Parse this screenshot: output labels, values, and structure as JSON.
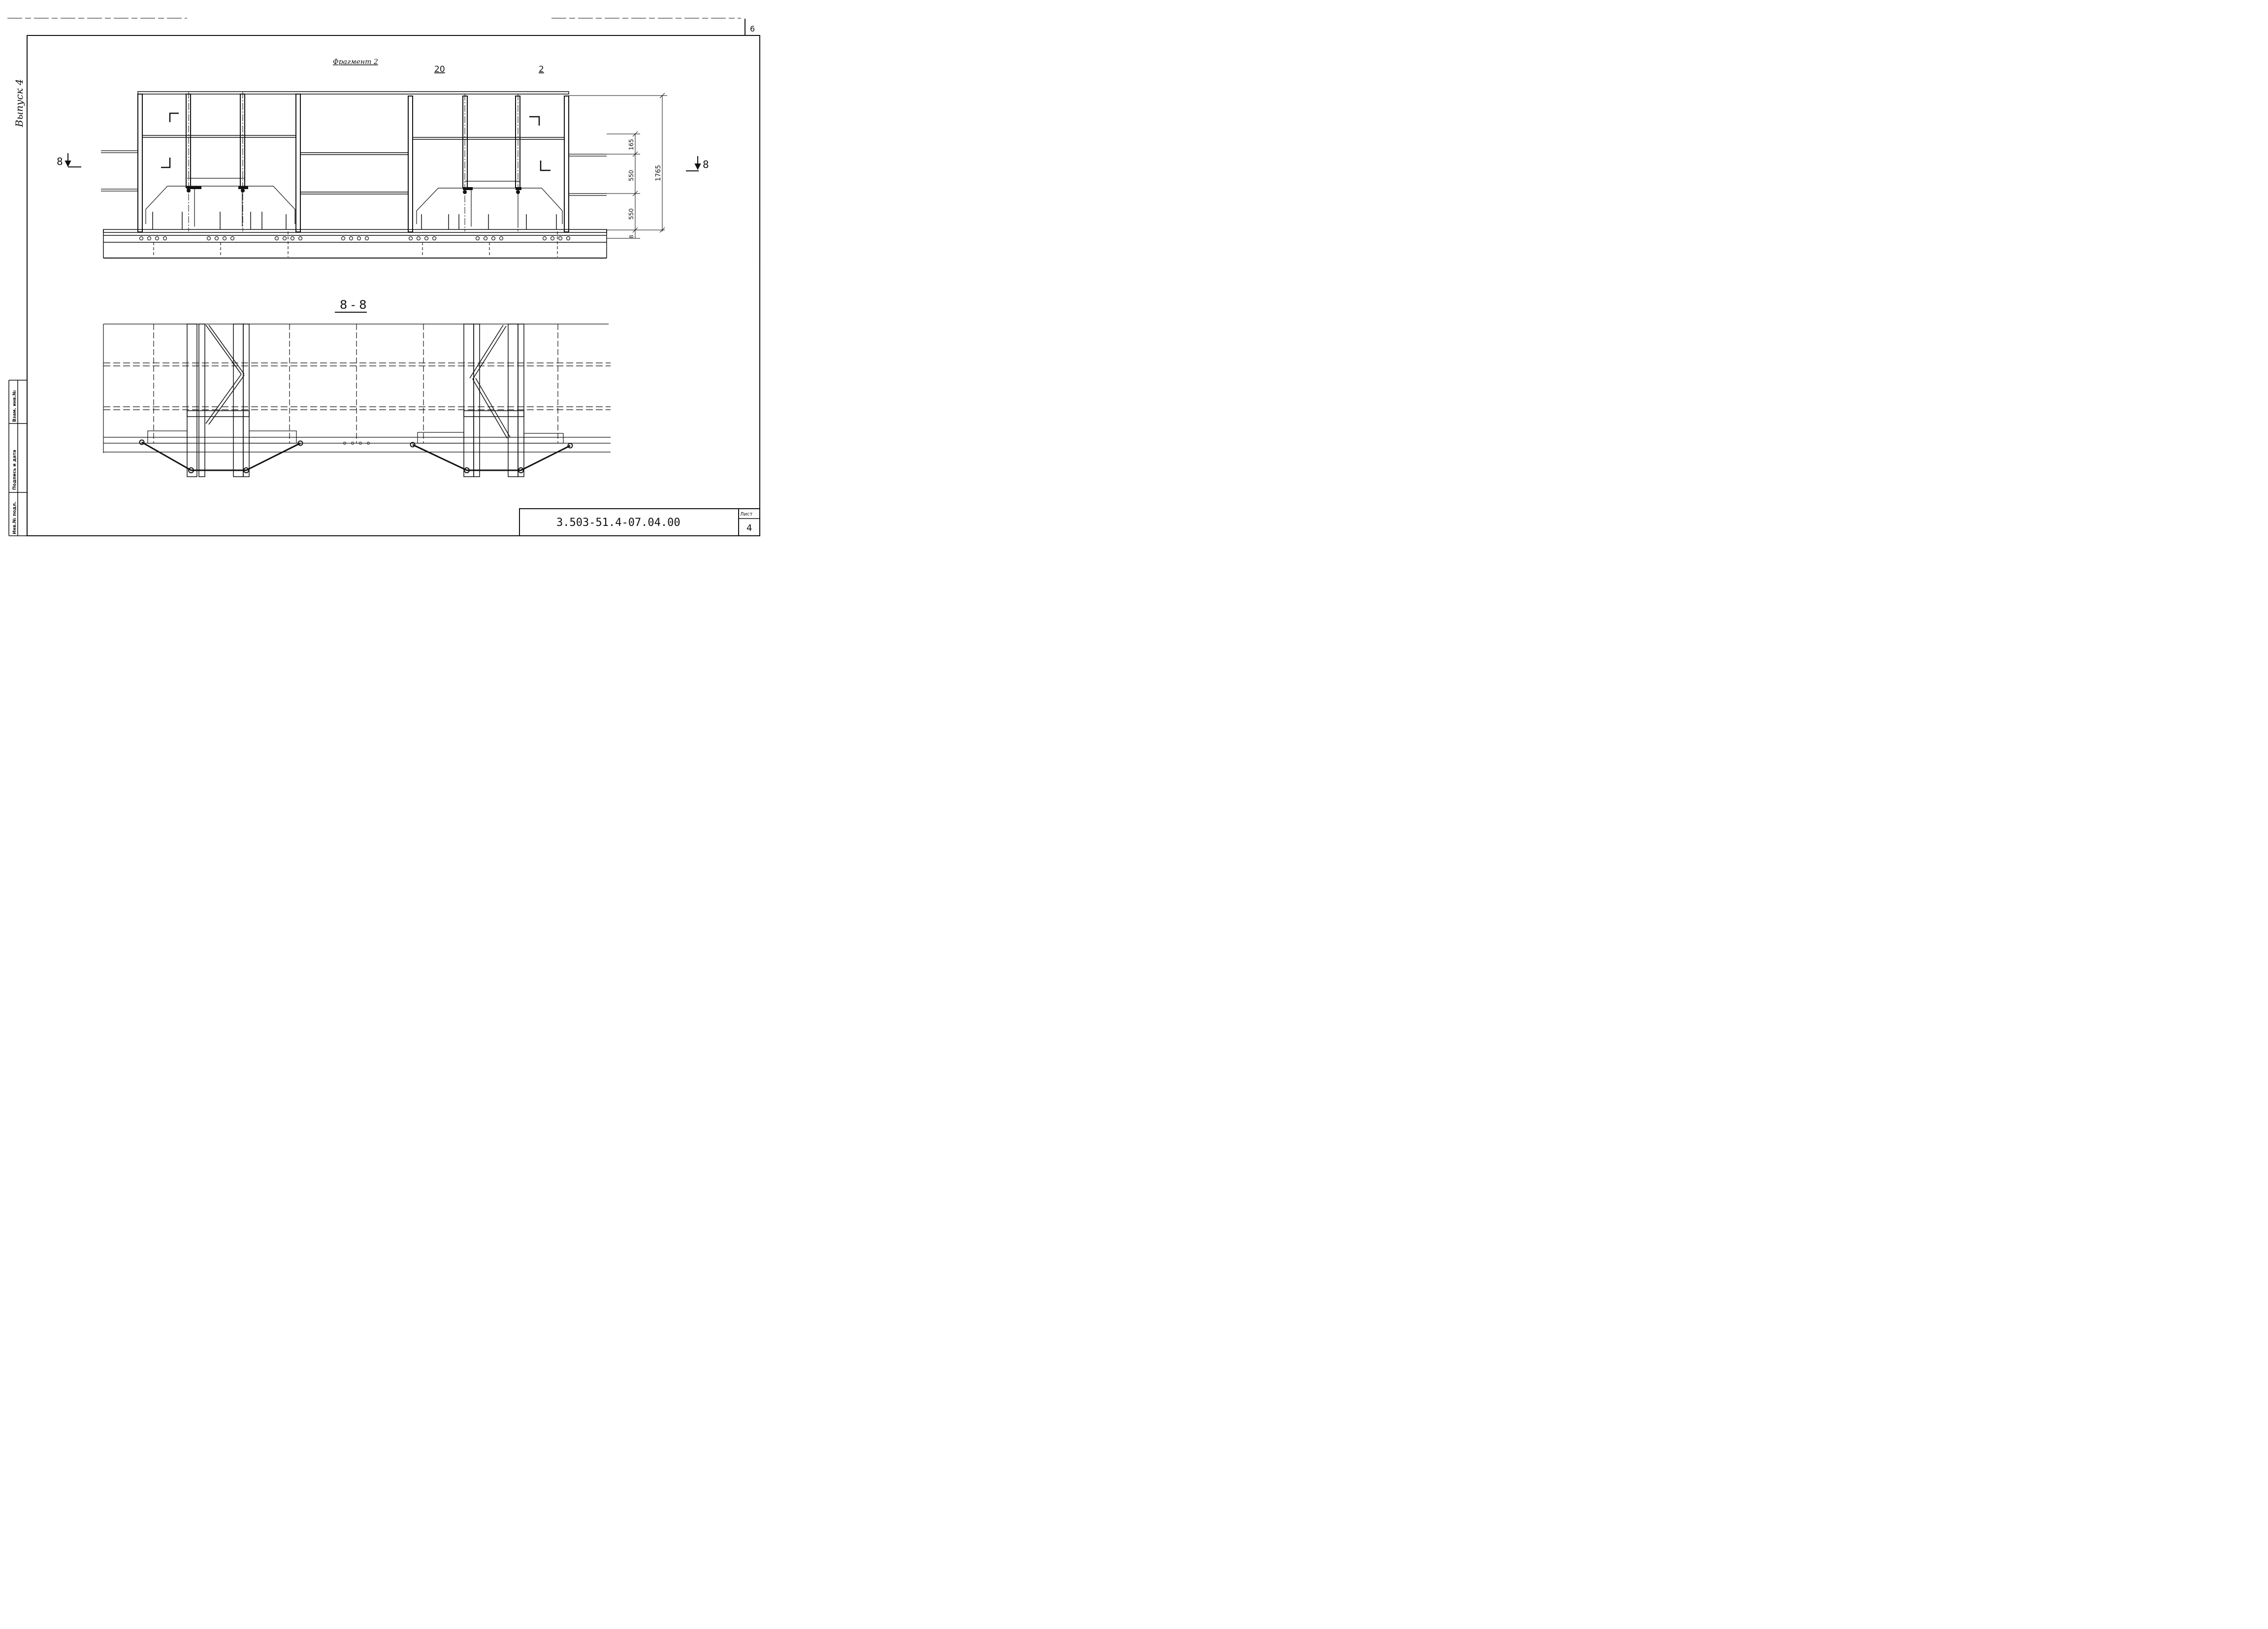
{
  "sheet": {
    "page_number_top": "6",
    "issue_label": "Выпуск 4",
    "side_stamp": [
      "Инв.№ подл.",
      "Подпись и дата",
      "Взам. инв.№"
    ],
    "code": "3.503-51.4-07.04.00",
    "sheet_label": "Лист",
    "sheet_number": "4"
  },
  "fragment": {
    "title": "Фрагмент 2",
    "marks": [
      "20",
      "2"
    ],
    "section_mark": "8",
    "dims": [
      "165",
      "550",
      "550",
      "8",
      "1765"
    ]
  },
  "section": {
    "title": "8 - 8"
  }
}
